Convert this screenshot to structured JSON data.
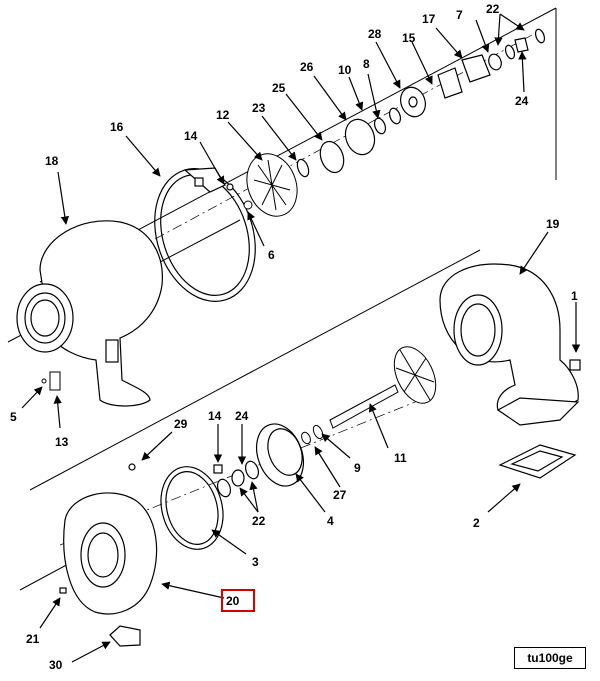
{
  "diagram": {
    "reference_code": "tu100ge",
    "highlight_color": "#d40000",
    "highlighted_part": "20",
    "labels": [
      "1",
      "2",
      "3",
      "4",
      "5",
      "6",
      "7",
      "8",
      "9",
      "10",
      "11",
      "12",
      "13",
      "14",
      "14",
      "15",
      "16",
      "17",
      "18",
      "19",
      "20",
      "21",
      "22",
      "22",
      "23",
      "24",
      "24",
      "25",
      "26",
      "27",
      "28",
      "29",
      "30"
    ]
  }
}
